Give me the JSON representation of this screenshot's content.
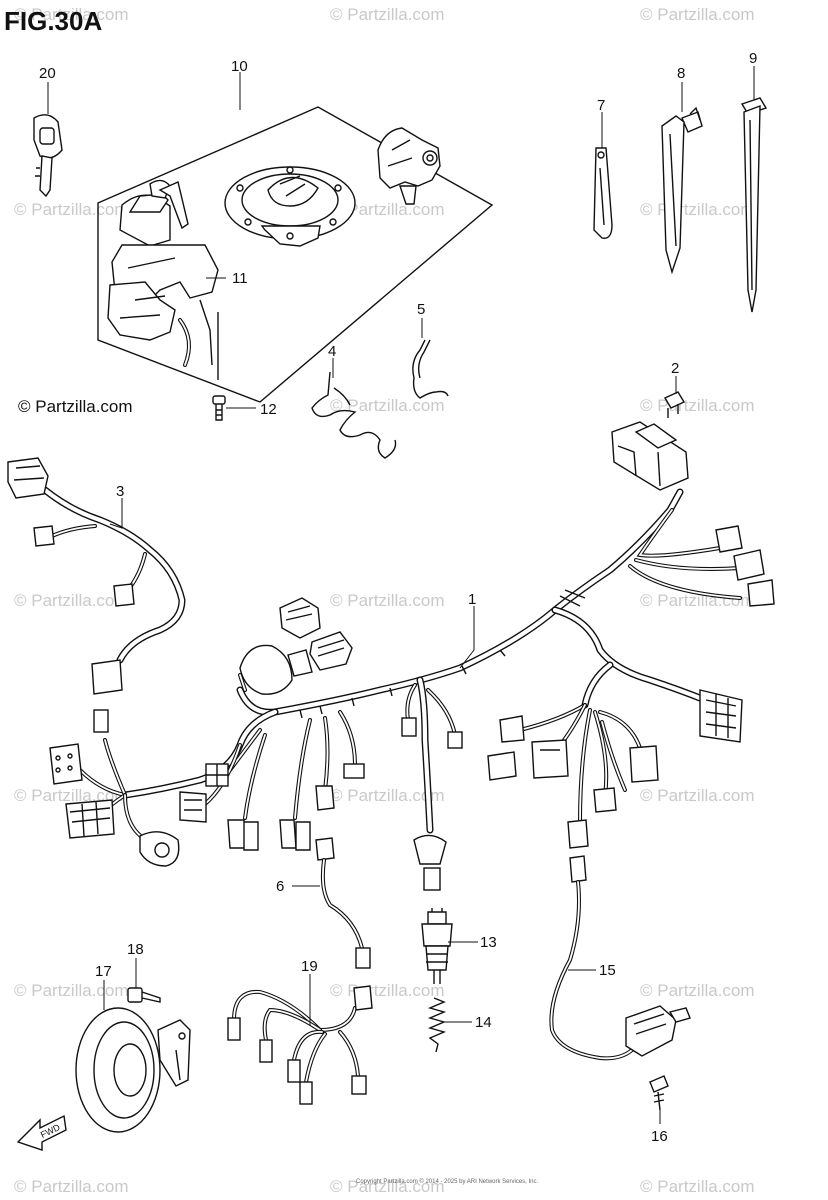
{
  "figure_title": "FIG.30A",
  "copyright_label": "© Partzilla.com",
  "watermark": "© Partzilla.com",
  "fine_print": "Copyright Partzilla.com © 2014 - 2025 by ARI Network Services, Inc.",
  "fwd_label": "FWD",
  "callouts": {
    "c1": "1",
    "c2": "2",
    "c3": "3",
    "c4": "4",
    "c5": "5",
    "c6": "6",
    "c7": "7",
    "c8": "8",
    "c9": "9",
    "c10": "10",
    "c11": "11",
    "c12": "12",
    "c13": "13",
    "c14": "14",
    "c15": "15",
    "c16": "16",
    "c17": "17",
    "c18": "18",
    "c19": "19",
    "c20": "20"
  },
  "colors": {
    "line": "#111111",
    "watermark": "#c9c9c9",
    "background": "#ffffff"
  }
}
